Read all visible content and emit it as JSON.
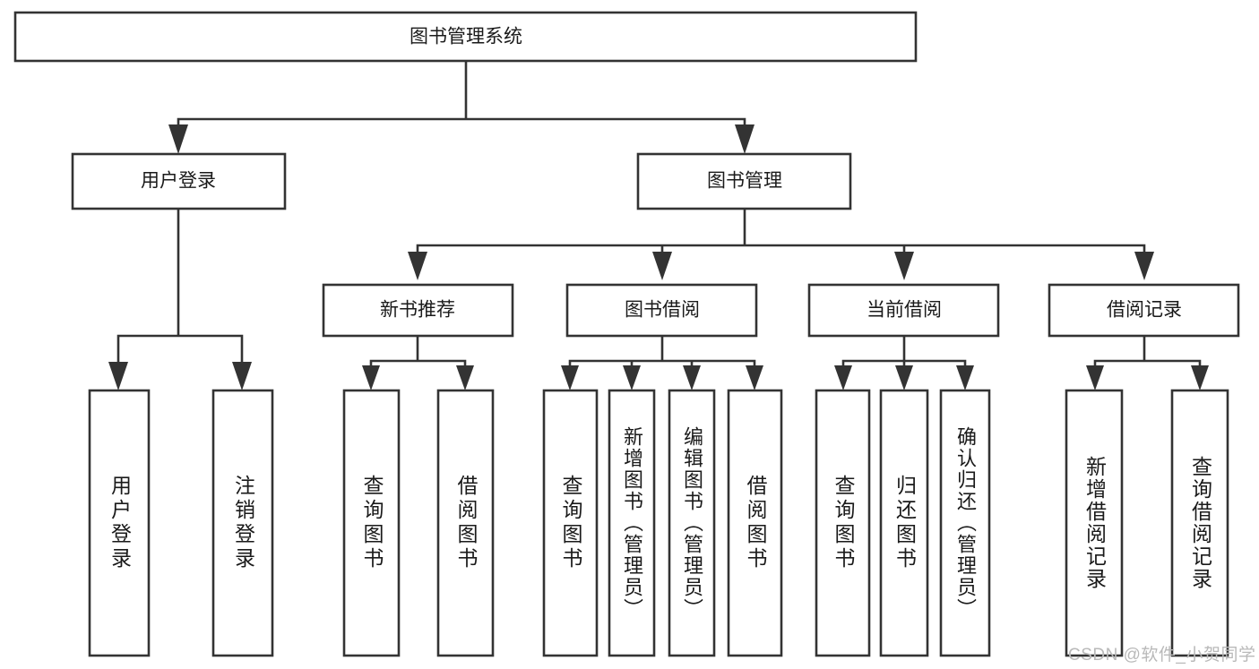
{
  "diagram": {
    "type": "tree-hierarchy",
    "title": "图书管理系统",
    "root": {
      "id": "root",
      "label": "图书管理系统",
      "orientation": "horizontal"
    },
    "level1": [
      {
        "id": "user-login",
        "label": "用户登录",
        "orientation": "horizontal"
      },
      {
        "id": "book-manage",
        "label": "图书管理",
        "orientation": "horizontal"
      }
    ],
    "level2": [
      {
        "id": "new-book-rec",
        "label": "新书推荐",
        "parent": "book-manage",
        "orientation": "horizontal"
      },
      {
        "id": "book-borrow",
        "label": "图书借阅",
        "parent": "book-manage",
        "orientation": "horizontal"
      },
      {
        "id": "current-borrow",
        "label": "当前借阅",
        "parent": "book-manage",
        "orientation": "horizontal"
      },
      {
        "id": "borrow-record",
        "label": "借阅记录",
        "parent": "book-manage",
        "orientation": "horizontal"
      }
    ],
    "leaves": [
      {
        "id": "leaf-user-login",
        "label": "用户登录",
        "parent": "user-login",
        "orientation": "vertical"
      },
      {
        "id": "leaf-logout",
        "label": "注销登录",
        "parent": "user-login",
        "orientation": "vertical"
      },
      {
        "id": "leaf-query-book-1",
        "label": "查询图书",
        "parent": "new-book-rec",
        "orientation": "vertical"
      },
      {
        "id": "leaf-borrow-book-1",
        "label": "借阅图书",
        "parent": "new-book-rec",
        "orientation": "vertical"
      },
      {
        "id": "leaf-query-book-2",
        "label": "查询图书",
        "parent": "book-borrow",
        "orientation": "vertical"
      },
      {
        "id": "leaf-add-book",
        "label": "新增图书（管理员）",
        "parent": "book-borrow",
        "orientation": "vertical"
      },
      {
        "id": "leaf-edit-book",
        "label": "编辑图书（管理员）",
        "parent": "book-borrow",
        "orientation": "vertical"
      },
      {
        "id": "leaf-borrow-book-2",
        "label": "借阅图书",
        "parent": "book-borrow",
        "orientation": "vertical"
      },
      {
        "id": "leaf-query-book-3",
        "label": "查询图书",
        "parent": "current-borrow",
        "orientation": "vertical"
      },
      {
        "id": "leaf-return-book",
        "label": "归还图书",
        "parent": "current-borrow",
        "orientation": "vertical"
      },
      {
        "id": "leaf-confirm-return",
        "label": "确认归还（管理员）",
        "parent": "current-borrow",
        "orientation": "vertical"
      },
      {
        "id": "leaf-add-record",
        "label": "新增借阅记录",
        "parent": "borrow-record",
        "orientation": "vertical"
      },
      {
        "id": "leaf-query-record",
        "label": "查询借阅记录",
        "parent": "borrow-record",
        "orientation": "vertical"
      }
    ],
    "colors": {
      "stroke": "#333333",
      "fill": "#ffffff",
      "text": "#1a1a1a",
      "watermark": "#b9b9b9",
      "background": "#ffffff"
    }
  },
  "watermark": {
    "text": "CSDN @软件_小贺同学"
  }
}
